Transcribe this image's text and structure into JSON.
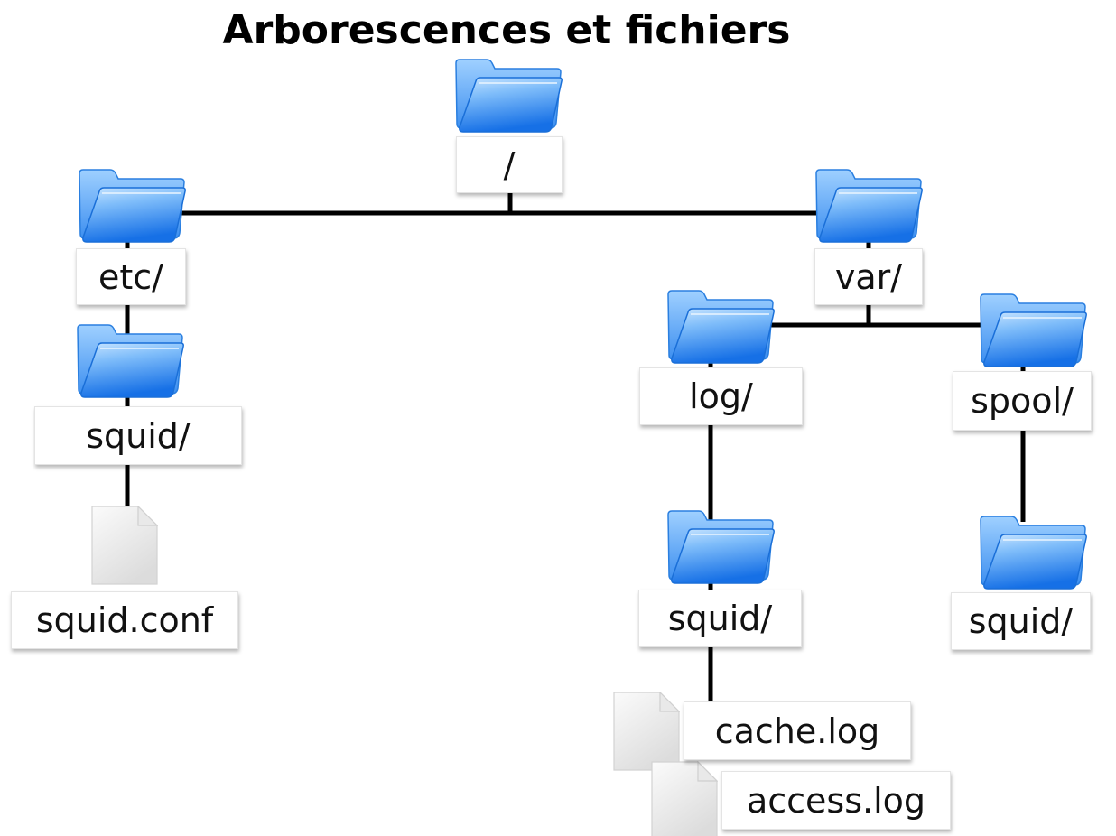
{
  "title": "Arborescences et fichiers",
  "colors": {
    "connector": "#000000",
    "folder_front_light": "#a8d4ff",
    "folder_front_dark": "#1677e8",
    "folder_back": "#7cbcf8",
    "file_page": "#efefef"
  },
  "nodes": {
    "root": {
      "label": "/",
      "icon": "folder-icon"
    },
    "etc": {
      "label": "etc/",
      "icon": "folder-icon"
    },
    "etc_squid": {
      "label": "squid/",
      "icon": "folder-icon"
    },
    "squid_conf": {
      "label": "squid.conf",
      "icon": "file-icon"
    },
    "var": {
      "label": "var/",
      "icon": "folder-icon"
    },
    "log": {
      "label": "log/",
      "icon": "folder-icon"
    },
    "log_squid": {
      "label": "squid/",
      "icon": "folder-icon"
    },
    "cache_log": {
      "label": "cache.log",
      "icon": "file-icon"
    },
    "access_log": {
      "label": "access.log",
      "icon": "file-icon"
    },
    "spool": {
      "label": "spool/",
      "icon": "folder-icon"
    },
    "spool_squid": {
      "label": "squid/",
      "icon": "folder-icon"
    }
  }
}
